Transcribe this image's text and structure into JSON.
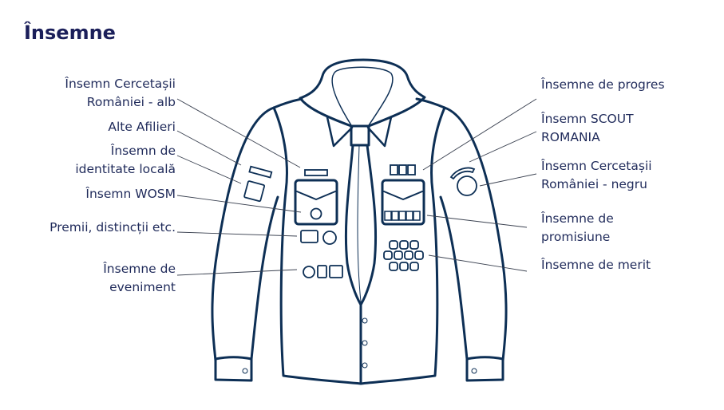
{
  "title": "Însemne",
  "labels_left": [
    {
      "lines": [
        "Însemn Cercetașii",
        "României - alb"
      ]
    },
    {
      "lines": [
        "Alte Afilieri"
      ]
    },
    {
      "lines": [
        "Însemn de",
        "identitate locală"
      ]
    },
    {
      "lines": [
        "Însemn WOSM"
      ]
    },
    {
      "lines": [
        "Premii, distincții etc."
      ]
    },
    {
      "lines": [
        "Însemne de",
        "eveniment"
      ]
    }
  ],
  "labels_right": [
    {
      "lines": [
        "Însemne de progres"
      ]
    },
    {
      "lines": [
        "Însemn SCOUT",
        "ROMANIA"
      ]
    },
    {
      "lines": [
        "Însemn Cercetașii",
        "României - negru"
      ]
    },
    {
      "lines": [
        "Însemne de",
        "promisiune"
      ]
    },
    {
      "lines": [
        "Însemne de merit"
      ]
    }
  ],
  "colors": {
    "outline": "#0d2f55",
    "text": "#1f2a5a",
    "leader": "#3a4150"
  }
}
